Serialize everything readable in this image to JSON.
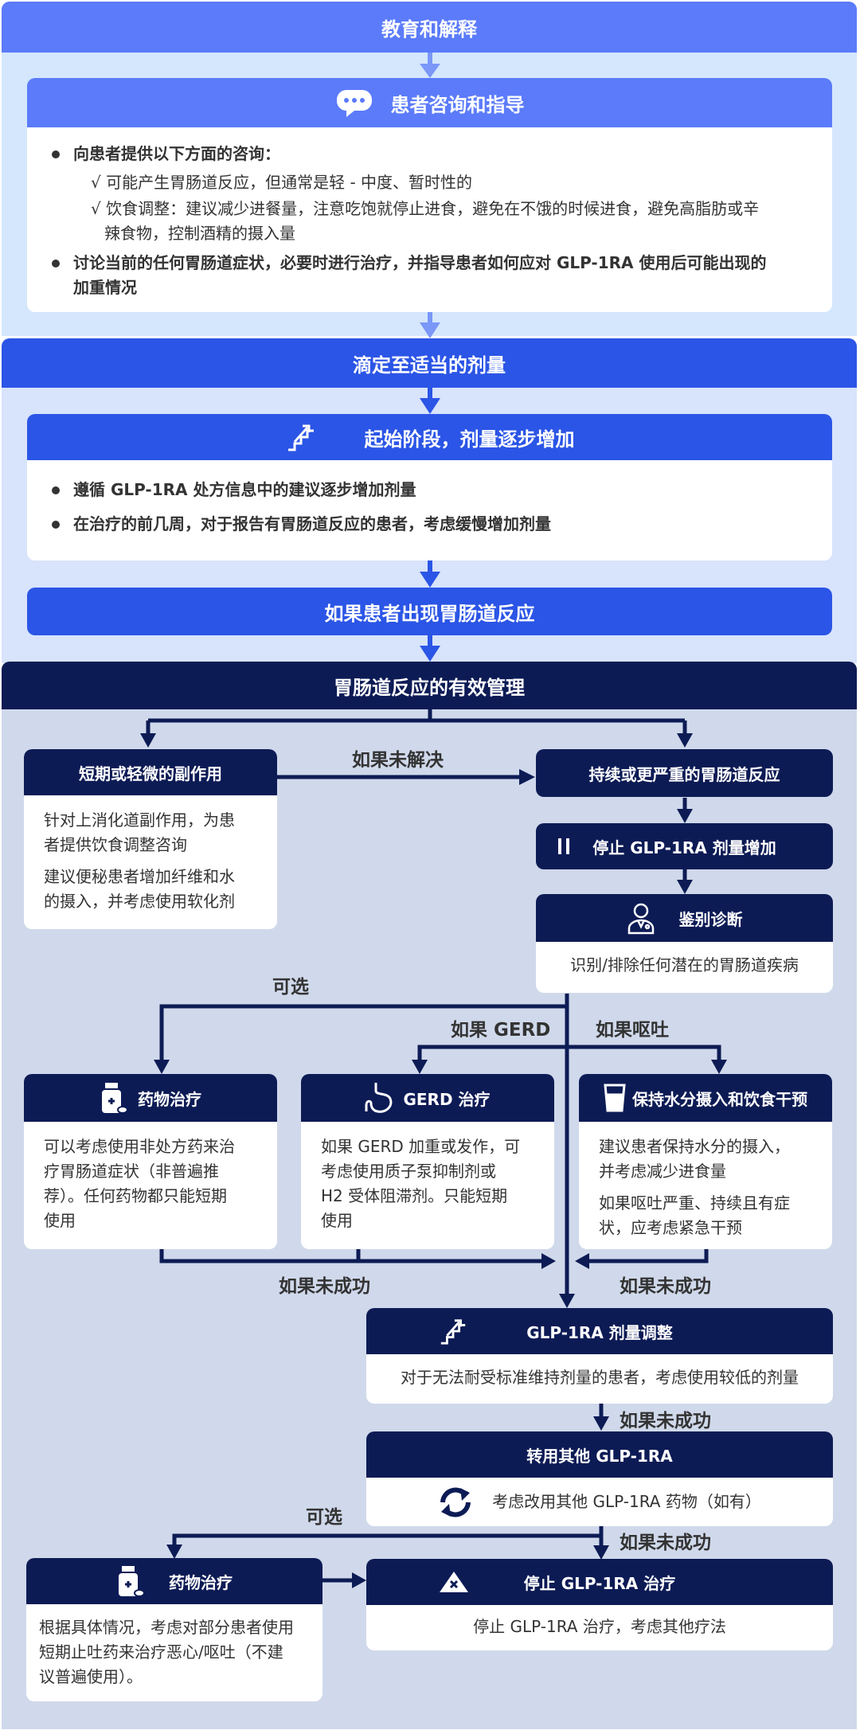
{
  "colors": {
    "royal": "#5b7bfa",
    "mid": "#2b55e6",
    "navy": "#0d1b55",
    "bg_light": "#d4e7fd",
    "bg_mid": "#d8e3fc",
    "bg_navy": "#d0d9eb"
  },
  "education": {
    "title": "教育和解释",
    "card_title": "患者咨询和指导",
    "card_icon": "chat-icon",
    "bullet1": "向患者提供以下方面的咨询：",
    "check1": "√ 可能产生胃肠道反应，但通常是轻 - 中度、暂时性的",
    "check2_line1": "√ 饮食调整：建议减少进餐量，注意吃饱就停止进食，避免在不饿的时候进食，避免高脂肪或辛",
    "check2_line2": "辣食物，控制酒精的摄入量",
    "bullet2_line1": "讨论当前的任何胃肠道症状，必要时进行治疗，并指导患者如何应对 GLP-1RA 使用后可能出现的",
    "bullet2_line2": "加重情况"
  },
  "titration": {
    "title": "滴定至适当的剂量",
    "card_title": "起始阶段，剂量逐步增加",
    "card_icon": "stairs-icon",
    "bullet1": "遵循 GLP-1RA 处方信息中的建议逐步增加剂量",
    "bullet2": "在治疗的前几周，对于报告有胃肠道反应的患者，考虑缓慢增加剂量",
    "if_reaction": "如果患者出现胃肠道反应"
  },
  "management": {
    "title": "胃肠道反应的有效管理",
    "short_term": {
      "title": "短期或轻微的副作用",
      "p1_l1": "针对上消化道副作用，为患",
      "p1_l2": "者提供饮食调整咨询",
      "p2_l1": "建议便秘患者增加纤维和水",
      "p2_l2": "的摄入，并考虑使用软化剂"
    },
    "if_unresolved": "如果未解决",
    "persistent": {
      "title": "持续或更严重的胃肠道反应"
    },
    "stop_increase": {
      "title": "停止 GLP-1RA 剂量增加",
      "icon": "pause-icon"
    },
    "diagnosis": {
      "title": "鉴别诊断",
      "icon": "doctor-icon",
      "text": "识别/排除任何潜在的胃肠道疾病"
    },
    "optional1": "可选",
    "if_gerd": "如果 GERD",
    "if_vomit": "如果呕吐",
    "drug1": {
      "title": "药物治疗",
      "icon": "medicine-bottle-icon",
      "l1": "可以考虑使用非处方药来治",
      "l2": "疗胃肠道症状（非普遍推",
      "l3": "荐）。任何药物都只能短期",
      "l4": "使用"
    },
    "gerd": {
      "title": "GERD 治疗",
      "icon": "stomach-icon",
      "l1": "如果 GERD 加重或发作，可",
      "l2": "考虑使用质子泵抑制剂或",
      "l3": "H2 受体阻滞剂。只能短期",
      "l4": "使用"
    },
    "hydration": {
      "title": "保持水分摄入和饮食干预",
      "icon": "water-glass-icon",
      "p1_l1": "建议患者保持水分的摄入，",
      "p1_l2": "并考虑减少进食量",
      "p2_l1": "如果呕吐严重、持续且有症",
      "p2_l2": "状，应考虑紧急干预"
    },
    "if_fail_left": "如果未成功",
    "if_fail_right": "如果未成功",
    "dose_adjust": {
      "title": "GLP-1RA 剂量调整",
      "icon": "stairs-down-icon",
      "text": "对于无法耐受标准维持剂量的患者，考虑使用较低的剂量"
    },
    "if_fail_2": "如果未成功",
    "switch": {
      "title": "转用其他 GLP-1RA",
      "icon": "refresh-icon",
      "text": "考虑改用其他 GLP-1RA 药物（如有）"
    },
    "optional2": "可选",
    "if_fail_3": "如果未成功",
    "drug2": {
      "title": "药物治疗",
      "icon": "medicine-bottle-icon",
      "l1": "根据具体情况，考虑对部分患者使用",
      "l2": "短期止吐药来治疗恶心/呕吐（不建",
      "l3": "议普遍使用）。"
    },
    "stop": {
      "title": "停止 GLP-1RA 治疗",
      "icon": "stop-warning-icon",
      "text": "停止 GLP-1RA 治疗，考虑其他疗法"
    }
  }
}
